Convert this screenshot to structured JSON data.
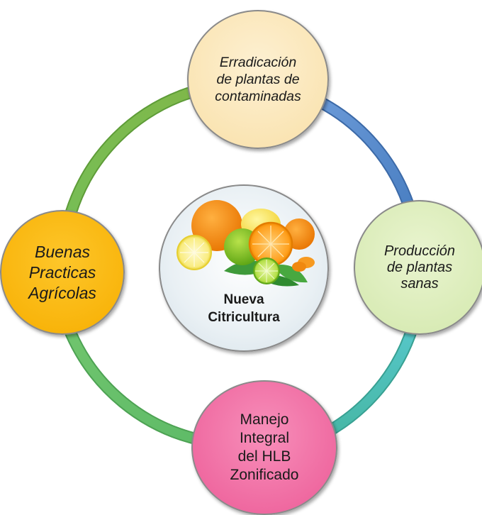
{
  "diagram": {
    "center": {
      "label": "Nueva\nCitricultura",
      "image": "citrus-fruits"
    },
    "nodes": [
      {
        "id": "top",
        "label": "Erradicación\nde plantas de\ncontaminadas",
        "color": "#f9e0a8"
      },
      {
        "id": "right",
        "label": "Producción\nde plantas\nsanas",
        "color": "#d3e8ad"
      },
      {
        "id": "bottom",
        "label": "Manejo\nIntegral\ndel HLB\nZonificado",
        "color": "#ec5a96"
      },
      {
        "id": "left",
        "label": "Buenas\nPracticas\nAgrícolas",
        "color": "#f7ae00"
      }
    ],
    "ring_colors": {
      "top_right": "#5b8fd0",
      "right_bottom": "#4fc0b8",
      "bottom_left": "#6cc06a",
      "left_top": "#78b84a"
    }
  }
}
